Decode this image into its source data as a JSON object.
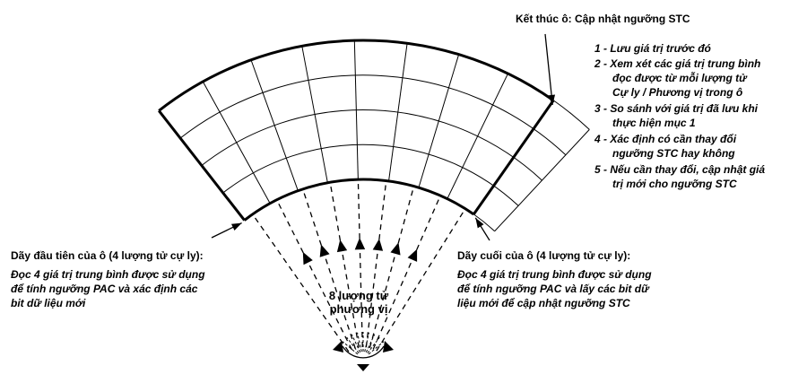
{
  "end_cell": {
    "title": "Kết thúc ô: Cập nhật ngưỡng STC",
    "steps": [
      "1 - Lưu giá trị trước đó",
      "2 - Xem xét các giá trị trung bình\n      đọc được từ mỗi lượng tử\n      Cự ly / Phương vị trong ô",
      "3 - So sánh với giá trị đã lưu khi\n      thực hiện mục 1",
      "4 - Xác định có cần thay đổi\n      ngưỡng STC hay không",
      "5 - Nếu cần thay đổi, cập nhật giá\n      trị mới cho ngưỡng STC"
    ]
  },
  "first_row": {
    "title": "Dãy đầu tiên của ô (4 lượng tử cự ly):",
    "desc": "Đọc 4 giá trị trung bình được sử dụng\nđể tính ngưỡng PAC và xác định các\nbit dữ liệu mới"
  },
  "last_row": {
    "title": "Dãy cuối của ô (4 lượng tử cự ly):",
    "desc": "Đọc 4 giá trị trung bình được sử dụng\nđể tính ngưỡng PAC và lấy các bit dữ\nliệu mới để cập nhật ngưỡng STC"
  },
  "center_label": "8 lượng tử\nphương vị",
  "colors": {
    "ink": "#000000",
    "background": "#ffffff"
  }
}
